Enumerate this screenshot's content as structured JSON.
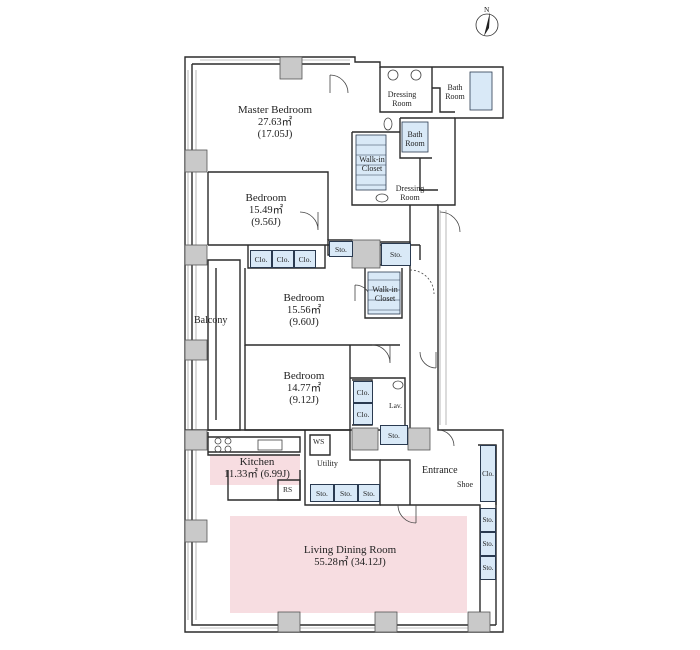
{
  "north_label": "N",
  "rooms": {
    "master_bedroom": {
      "name": "Master Bedroom",
      "area_m2": "27.63㎡",
      "area_j": "(17.05J)"
    },
    "bedroom1": {
      "name": "Bedroom",
      "area_m2": "15.49㎡",
      "area_j": "(9.56J)"
    },
    "bedroom2": {
      "name": "Bedroom",
      "area_m2": "15.56㎡",
      "area_j": "(9.60J)"
    },
    "bedroom3": {
      "name": "Bedroom",
      "area_m2": "14.77㎡",
      "area_j": "(9.12J)"
    },
    "kitchen": {
      "name": "Kitchen",
      "area": "11.33㎡ (6.99J)"
    },
    "living": {
      "name": "Living Dining Room",
      "area": "55.28㎡ (34.12J)"
    }
  },
  "labels": {
    "balcony": "Balcony",
    "dressing_room_top": [
      "Dressing",
      "Room"
    ],
    "dressing_room_mid": [
      "Dressing",
      "Room"
    ],
    "bath_room_top": [
      "Bath",
      "Room"
    ],
    "bath_room_mid": [
      "Bath",
      "Room"
    ],
    "walk_in_closet_1": [
      "Walk-in",
      "Closet"
    ],
    "walk_in_closet_2": [
      "Walk-in",
      "Closet"
    ],
    "utility": "Utility",
    "entrance": "Entrance",
    "shoe": "Shoe",
    "ws": "WS",
    "rs": "RS",
    "lav": "Lav."
  },
  "storage": {
    "clo": "Clo.",
    "sto": "Sto."
  },
  "colors": {
    "wall": "#2b2b2b",
    "column": "#c9c9c9",
    "living_highlight": "#f7dde1",
    "closet_fill": "#d9e9f7",
    "closet_stroke": "#2a3a50"
  }
}
